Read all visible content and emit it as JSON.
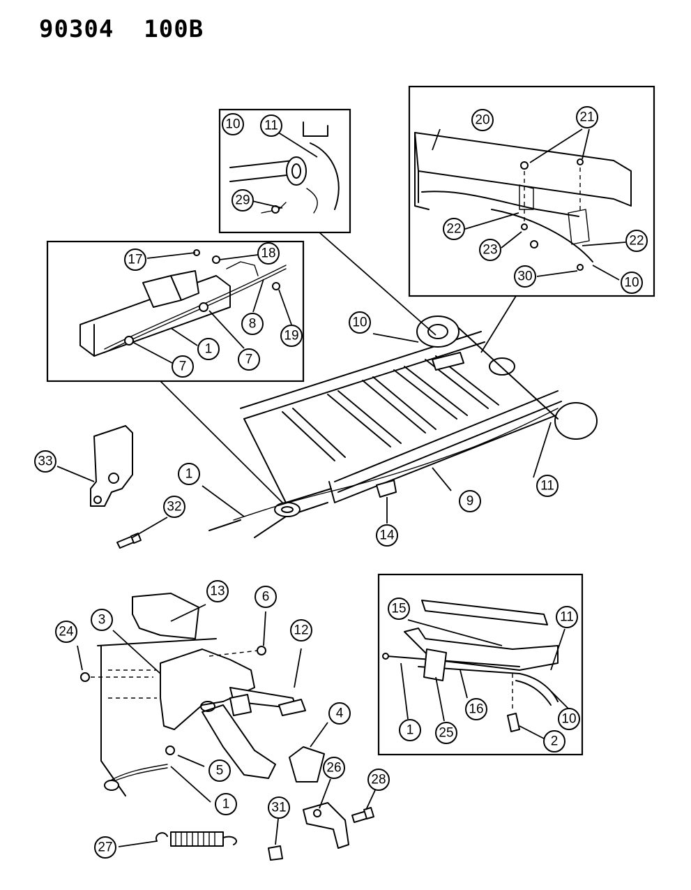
{
  "diagram": {
    "title": "90304  100B"
  },
  "callouts": [
    {
      "id": "c10-top",
      "number": "10"
    },
    {
      "id": "c11-top",
      "number": "11"
    },
    {
      "id": "c29",
      "number": "29"
    },
    {
      "id": "c20",
      "number": "20"
    },
    {
      "id": "c21",
      "number": "21"
    },
    {
      "id": "c22-left",
      "number": "22"
    },
    {
      "id": "c23",
      "number": "23"
    },
    {
      "id": "c22-right",
      "number": "22"
    },
    {
      "id": "c30",
      "number": "30"
    },
    {
      "id": "c10-inset-right",
      "number": "10"
    },
    {
      "id": "c17",
      "number": "17"
    },
    {
      "id": "c18",
      "number": "18"
    },
    {
      "id": "c8",
      "number": "8"
    },
    {
      "id": "c19",
      "number": "19"
    },
    {
      "id": "c1-left-inset",
      "number": "1"
    },
    {
      "id": "c7-a",
      "number": "7"
    },
    {
      "id": "c7-b",
      "number": "7"
    },
    {
      "id": "c10-frame",
      "number": "10"
    },
    {
      "id": "c33",
      "number": "33"
    },
    {
      "id": "c1-frame",
      "number": "1"
    },
    {
      "id": "c32",
      "number": "32"
    },
    {
      "id": "c14",
      "number": "14"
    },
    {
      "id": "c9",
      "number": "9"
    },
    {
      "id": "c11-frame",
      "number": "11"
    },
    {
      "id": "c13",
      "number": "13"
    },
    {
      "id": "c6",
      "number": "6"
    },
    {
      "id": "c3",
      "number": "3"
    },
    {
      "id": "c24",
      "number": "24"
    },
    {
      "id": "c12",
      "number": "12"
    },
    {
      "id": "c4",
      "number": "4"
    },
    {
      "id": "c5",
      "number": "5"
    },
    {
      "id": "c1-pedal",
      "number": "1"
    },
    {
      "id": "c26",
      "number": "26"
    },
    {
      "id": "c28",
      "number": "28"
    },
    {
      "id": "c31",
      "number": "31"
    },
    {
      "id": "c27",
      "number": "27"
    },
    {
      "id": "c15",
      "number": "15"
    },
    {
      "id": "c11-inset",
      "number": "11"
    },
    {
      "id": "c16",
      "number": "16"
    },
    {
      "id": "c1-inset",
      "number": "1"
    },
    {
      "id": "c25",
      "number": "25"
    },
    {
      "id": "c10-inset",
      "number": "10"
    },
    {
      "id": "c2",
      "number": "2"
    }
  ]
}
